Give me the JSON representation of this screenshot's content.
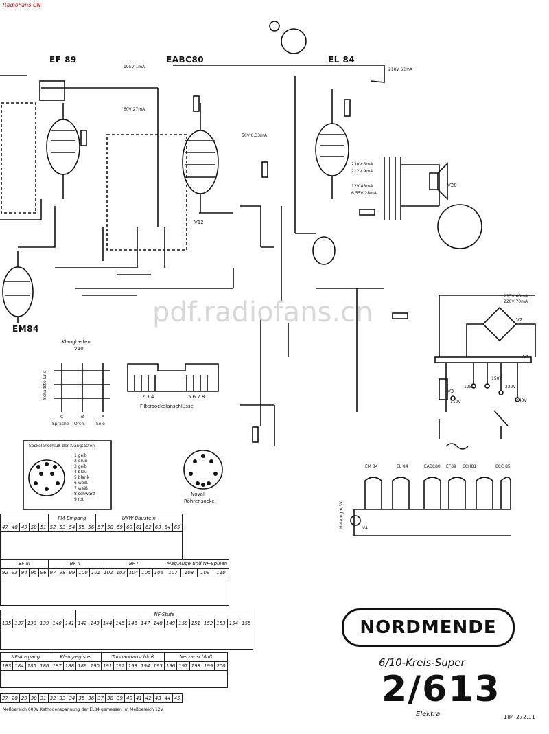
{
  "site_label": "RadioFans.CN",
  "watermark": "pdf.radiofans.cn",
  "tubes": {
    "ef89": "EF 89",
    "eabc80": "EABC80",
    "el84": "EL 84",
    "em84": "EM84",
    "v12": "V12",
    "v20": "V20",
    "v1": "V1",
    "v2": "V2",
    "v3": "V3",
    "v10": "V10"
  },
  "klangtasten": {
    "title": "Klangtasten",
    "sub": "V10",
    "keys": [
      "Sprache",
      "Orch.",
      "Solo"
    ],
    "letters": [
      "C",
      "B",
      "A"
    ],
    "side": "Schaltstellung"
  },
  "filter": {
    "caption": "Filtersockelanschlüsse",
    "pins_left": "1 2 3 4",
    "pins_right": "5 6 7 8"
  },
  "socket": {
    "title": "Sockelanschluß der Klangtasten",
    "colors": [
      "1 gelb",
      "2 grün",
      "3 gelb",
      "4 blau",
      "5 blank",
      "6 weiß",
      "7 weiß",
      "8 schwarz",
      "9 rot"
    ]
  },
  "noval": {
    "caption1": "Noval-",
    "caption2": "Röhrensockel"
  },
  "voltages": {
    "v1": "195V 1mA",
    "v2": "60V 27mA",
    "v3": "50V 0,33mA",
    "v4": "230V 5mA",
    "v5": "212V 9mA",
    "v6": "12V 48mA",
    "v7": "6,55V 28mA",
    "v8": "210V 52mA",
    "v9": "215V 66mA",
    "v10": "220V 70mA",
    "mains": [
      "110V",
      "125V",
      "150V",
      "220V",
      "240V"
    ]
  },
  "heater": {
    "tubes": [
      "EM 84",
      "EL 84",
      "EABC80",
      "EF89",
      "ECH81",
      "ECC 85"
    ],
    "label": "Heizung 6,3V",
    "v4": "V4"
  },
  "tables": {
    "row1": {
      "headers": [
        "47",
        "48",
        "49",
        "50",
        "51",
        "52",
        "53",
        "54",
        "55",
        "56",
        "57",
        "58",
        "59",
        "60",
        "61",
        "62",
        "63",
        "64",
        "65"
      ],
      "group1": "FM-Eingang",
      "group2": "UKW-Baustein"
    },
    "row2": {
      "headers": [
        "92",
        "93",
        "94",
        "95",
        "96",
        "97",
        "98",
        "99",
        "100",
        "101",
        "102",
        "103",
        "104",
        "105",
        "106",
        "107",
        "108",
        "109",
        "110"
      ],
      "groups": [
        "BF III",
        "BF II",
        "BF I",
        "Mag.Auge und NF-Spulen"
      ]
    },
    "row3": {
      "headers": [
        "135",
        "137",
        "138",
        "139",
        "140",
        "141",
        "142",
        "143",
        "144",
        "145",
        "146",
        "147",
        "148",
        "149",
        "150",
        "151",
        "152",
        "153",
        "154",
        "155"
      ],
      "group": "NF-Stufe"
    },
    "row4": {
      "headers": [
        "183",
        "184",
        "185",
        "186",
        "187",
        "188",
        "189",
        "190",
        "191",
        "192",
        "193",
        "194",
        "195",
        "196",
        "197",
        "198",
        "199",
        "200"
      ],
      "groups": [
        "NF-Ausgang",
        "Klangregister",
        "Tonbandanschluß",
        "Netzanschluß"
      ]
    },
    "row5": {
      "headers": [
        "27",
        "28",
        "29",
        "30",
        "31",
        "32",
        "33",
        "34",
        "35",
        "36",
        "37",
        "38",
        "39",
        "40",
        "41",
        "42",
        "43",
        "44",
        "45"
      ]
    },
    "footnote": "Meßbereich 600V  Kathodenspannung der EL84 gemessen im Meßbereich 12V"
  },
  "brand": "NORDMENDE",
  "model": {
    "subtitle": "6/10-Kreis-Super",
    "number": "2/613",
    "name": "Elektra",
    "doc": "184.272.11"
  },
  "colors": {
    "ink": "#111111",
    "watermark": "#d7d7d7",
    "site": "#cc0000"
  }
}
